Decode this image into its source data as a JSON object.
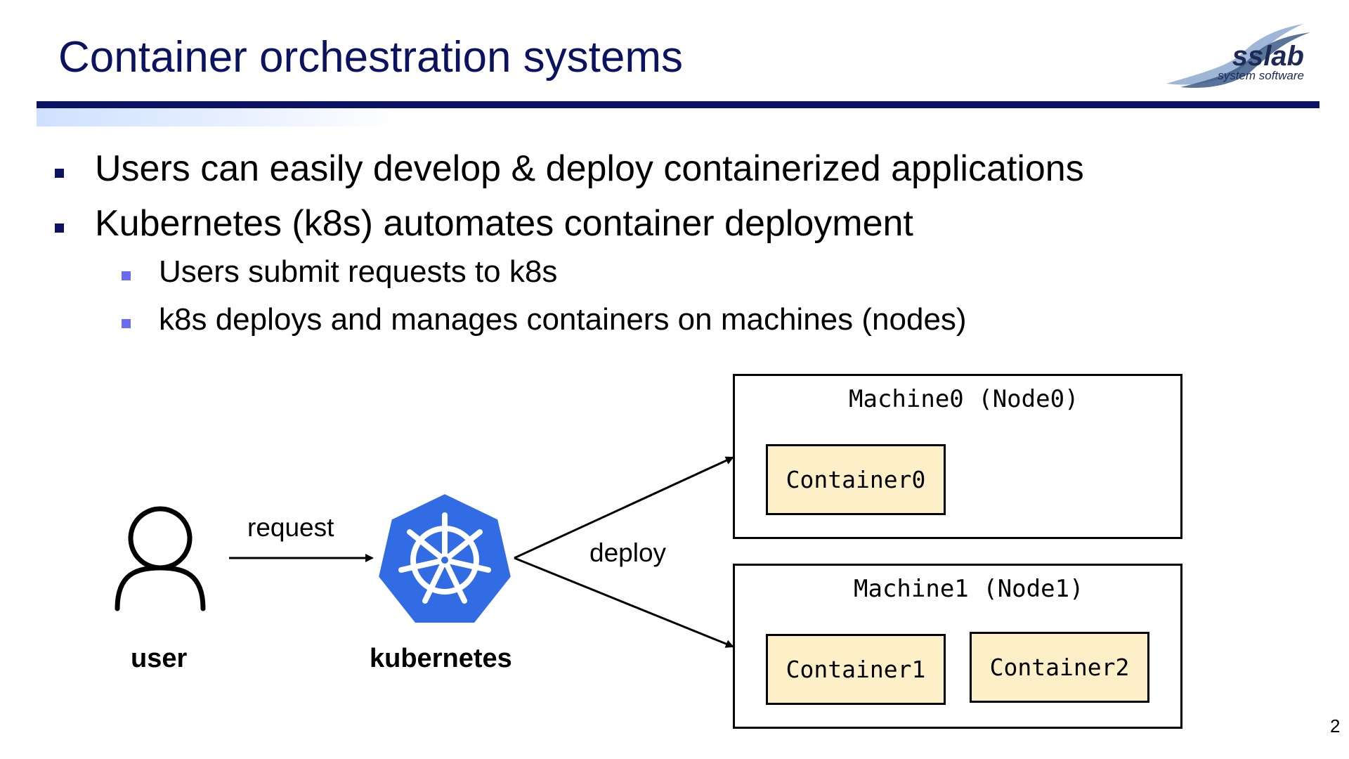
{
  "slide": {
    "title": "Container orchestration systems",
    "page_number": "2"
  },
  "logo": {
    "name": "sslab",
    "tagline": "system software"
  },
  "bullets": [
    "Users can easily develop & deploy containerized applications",
    "Kubernetes (k8s) automates container deployment"
  ],
  "sub_bullets": [
    "Users submit requests to k8s",
    "k8s deploys and manages containers on machines (nodes)"
  ],
  "diagram": {
    "user_label": "user",
    "k8s_label": "kubernetes",
    "request_label": "request",
    "deploy_label": "deploy",
    "machines": [
      {
        "title": "Machine0 (Node0)",
        "containers": [
          "Container0"
        ]
      },
      {
        "title": "Machine1 (Node1)",
        "containers": [
          "Container1",
          "Container2"
        ]
      }
    ]
  },
  "colors": {
    "title_navy": "#0b1260",
    "k8s_blue": "#326ce5",
    "container_fill": "#fdf0c8",
    "sub_bullet": "#6b6bf0"
  }
}
